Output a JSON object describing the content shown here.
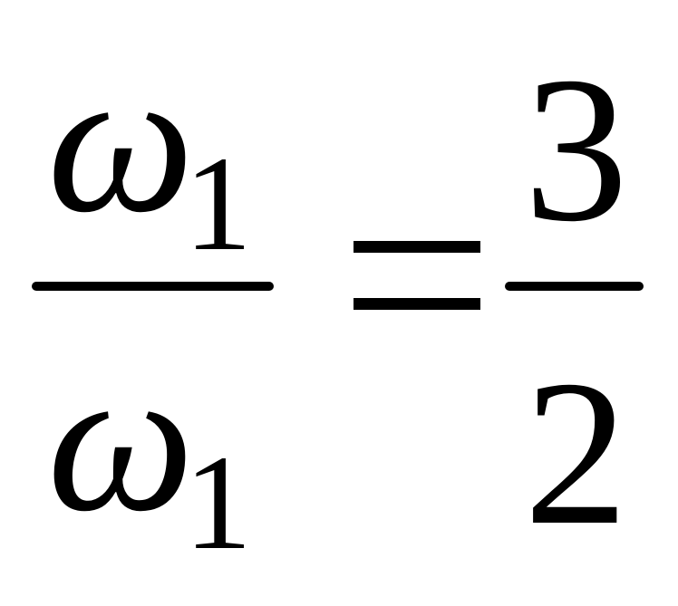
{
  "equation": {
    "left_fraction": {
      "numerator": {
        "symbol": "ω",
        "subscript": "1"
      },
      "denominator": {
        "symbol": "ω",
        "subscript": "1"
      }
    },
    "relation": "=",
    "right_fraction": {
      "numerator": "3",
      "denominator": "2"
    }
  }
}
